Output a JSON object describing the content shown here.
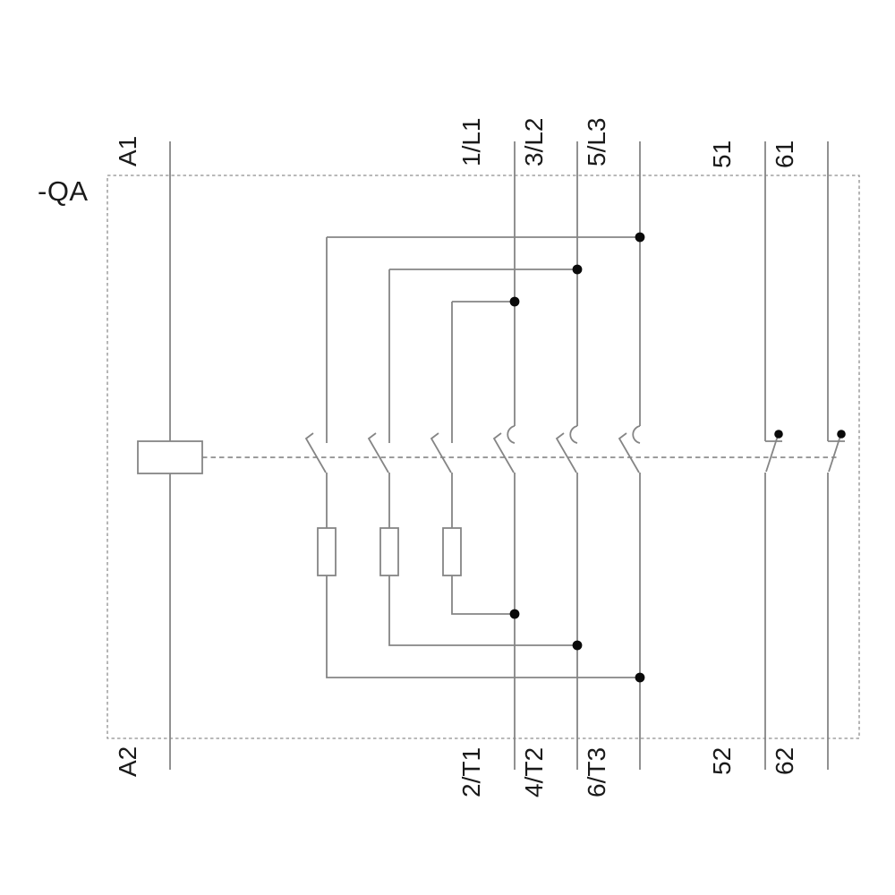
{
  "diagram": {
    "type": "contactor-wiring-schematic",
    "device_label": "-QA",
    "coil": {
      "top_terminal": "A1",
      "bottom_terminal": "A2"
    },
    "main_poles": [
      {
        "top_terminal": "1/L1",
        "bottom_terminal": "2/T1"
      },
      {
        "top_terminal": "3/L2",
        "bottom_terminal": "4/T2"
      },
      {
        "top_terminal": "5/L3",
        "bottom_terminal": "6/T3"
      }
    ],
    "precharge_branches": [
      {
        "connects_top": "5/L3",
        "connects_bottom": "6/T3",
        "element": "resistor"
      },
      {
        "connects_top": "3/L2",
        "connects_bottom": "4/T2",
        "element": "resistor"
      },
      {
        "connects_top": "1/L1",
        "connects_bottom": "2/T1",
        "element": "resistor"
      }
    ],
    "aux_contacts": [
      {
        "top_terminal": "51",
        "bottom_terminal": "52",
        "type": "NC"
      },
      {
        "top_terminal": "61",
        "bottom_terminal": "62",
        "type": "NC"
      }
    ],
    "colors": {
      "wire": "#858585",
      "dashed_outline": "#8f8f8f",
      "junction_dot": "#0a0a0a",
      "text": "#1a1a1a",
      "background": "#ffffff"
    }
  }
}
